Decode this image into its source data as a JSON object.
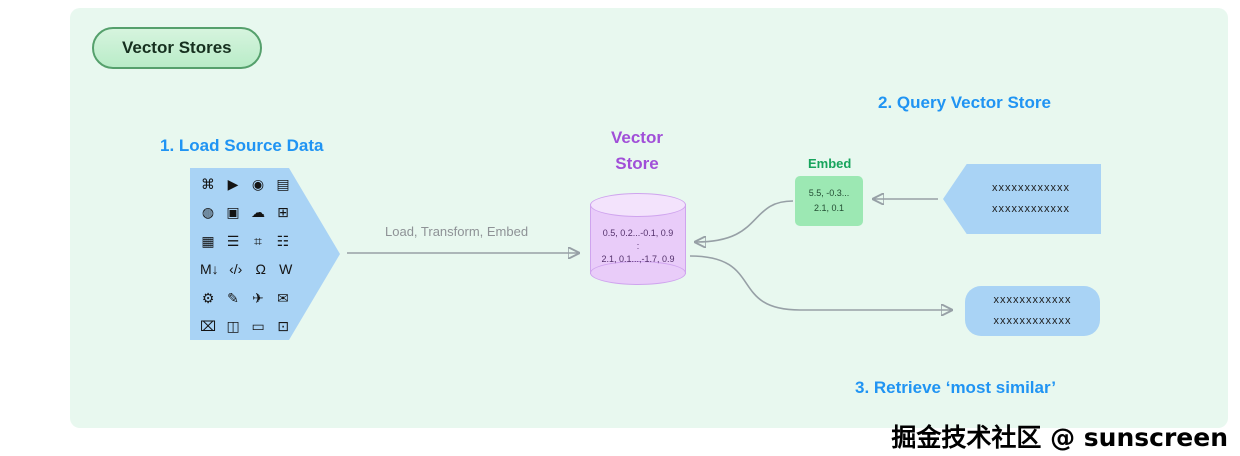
{
  "badge": {
    "label": "Vector Stores"
  },
  "steps": {
    "load": "1. Load Source Data",
    "query": "2. Query Vector Store",
    "retrieve": "3. Retrieve ‘most similar’"
  },
  "pipeline": {
    "arrow_label": "Load, Transform, Embed"
  },
  "vector_store": {
    "title_line1": "Vector",
    "title_line2": "Store",
    "values_row1": "0.5, 0.2...-0.1, 0.9",
    "values_sep": ":",
    "values_row2": "2.1, 0.1...,-1.7, 0.9"
  },
  "embed": {
    "label": "Embed",
    "values_row1": "5.5, -0.3...",
    "values_row2": "2.1, 0.1"
  },
  "query_box": {
    "line1": "xxxxxxxxxxxx",
    "line2": "xxxxxxxxxxxx"
  },
  "result_box": {
    "line1": "xxxxxxxxxxxx",
    "line2": "xxxxxxxxxxxx"
  },
  "watermark": {
    "text": "掘金技术社区 @ sunscreen"
  },
  "source_icons": [
    {
      "name": "command-icon",
      "glyph": "⌘"
    },
    {
      "name": "youtube-icon",
      "glyph": "▶"
    },
    {
      "name": "discord-icon",
      "glyph": "◉"
    },
    {
      "name": "document-icon",
      "glyph": "▤"
    },
    {
      "name": "github-icon",
      "glyph": "◍"
    },
    {
      "name": "image-icon",
      "glyph": "▣"
    },
    {
      "name": "cloud-icon",
      "glyph": "☁"
    },
    {
      "name": "slides-icon",
      "glyph": "⊞"
    },
    {
      "name": "spreadsheet-icon",
      "glyph": "▦"
    },
    {
      "name": "notion-icon",
      "glyph": "☰"
    },
    {
      "name": "figma-icon",
      "glyph": "⌗"
    },
    {
      "name": "database-icon",
      "glyph": "☷"
    },
    {
      "name": "markdown-icon",
      "glyph": "M↓"
    },
    {
      "name": "html-icon",
      "glyph": "‹/›"
    },
    {
      "name": "omega-icon",
      "glyph": "Ω"
    },
    {
      "name": "wikipedia-icon",
      "glyph": "W"
    },
    {
      "name": "gear-icon",
      "glyph": "⚙"
    },
    {
      "name": "pencil-icon",
      "glyph": "✎"
    },
    {
      "name": "twitter-icon",
      "glyph": "✈"
    },
    {
      "name": "mail-icon",
      "glyph": "✉"
    },
    {
      "name": "trash-icon",
      "glyph": "⌧"
    },
    {
      "name": "clipboard-icon",
      "glyph": "◫"
    },
    {
      "name": "folder-icon",
      "glyph": "▭"
    },
    {
      "name": "folder-open-icon",
      "glyph": "⊡"
    }
  ],
  "colors": {
    "panel_background": "#e8f8ef",
    "badge_fill": "#b9ecc8",
    "badge_border": "#55a06c",
    "heading_blue": "#2094f3",
    "shape_blue": "#a9d3f5",
    "store_purple_title": "#a14fd8",
    "cylinder_fill": "#e9ccf9",
    "cylinder_border": "#cfa4ee",
    "embed_green_fill": "#9ce8b3",
    "embed_green_label": "#17a45c",
    "arrow_gray": "#97a0a6"
  }
}
